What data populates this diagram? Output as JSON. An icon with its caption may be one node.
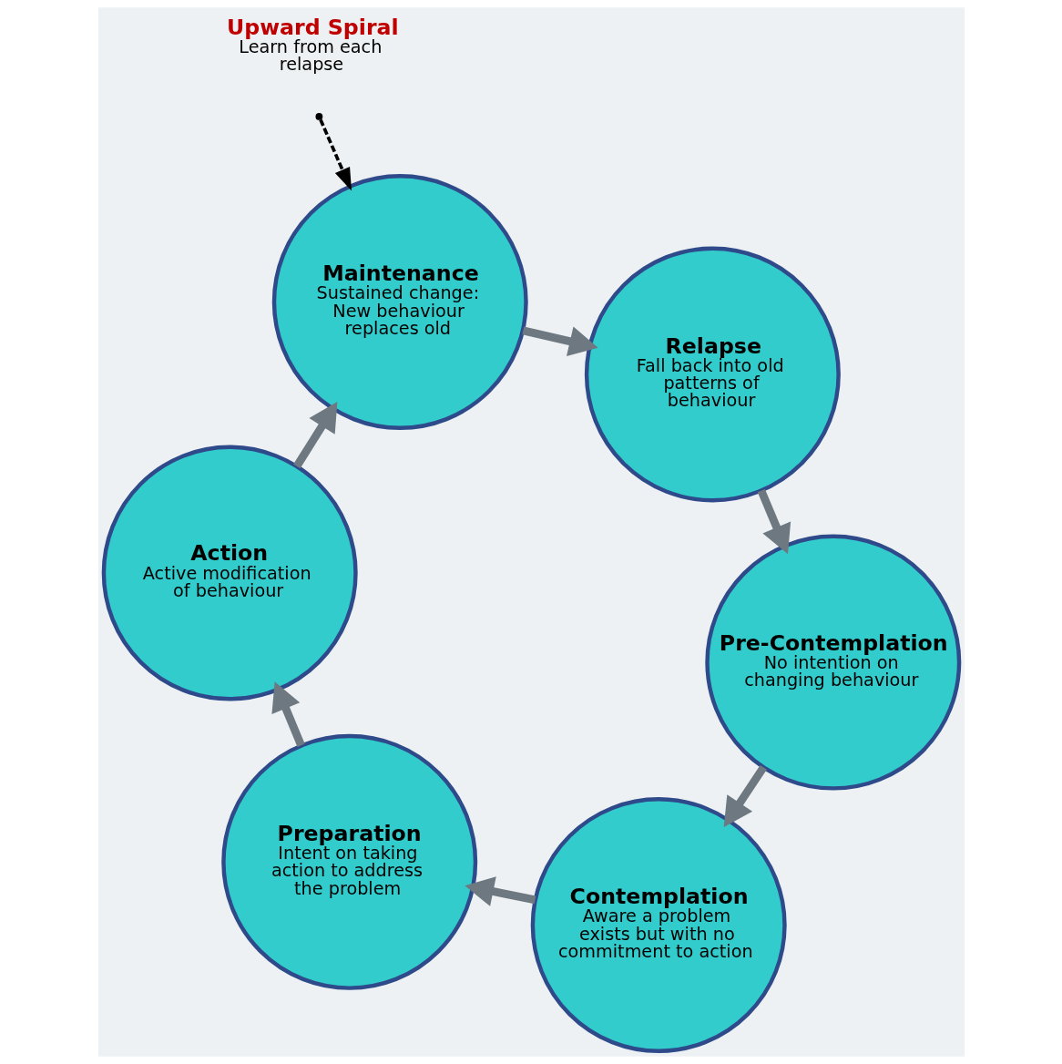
{
  "diagram": {
    "nodes": [
      {
        "text": [
          "Pre-Contemplation",
          "No intention on changing behaviour"
        ]
      },
      {
        "text": [
          "Contemplation",
          "Aware a problem exists but with no commitment to action"
        ]
      },
      {
        "text": [
          "Preparation",
          "Intent on taking action to address the problem"
        ]
      },
      {
        "text": [
          "Action",
          "Active modification of behaviour"
        ]
      },
      {
        "text": [
          "Maintenance",
          "Sustained change: New behaviour replaces old"
        ]
      },
      {
        "text": [
          "Relapse",
          "Fall back into old patterns of behaviour"
        ]
      },
      {
        "text": [
          "Upward Spiral",
          "Learn from each relapse"
        ]
      }
    ],
    "edges": [
      {
        "from": 0,
        "to": 1,
        "arrow": "to"
      },
      {
        "from": 1,
        "to": 2,
        "arrow": "to"
      },
      {
        "from": 2,
        "to": 3,
        "arrow": "to"
      },
      {
        "from": 3,
        "to": 4,
        "arrow": "to"
      },
      {
        "from": 4,
        "to": 5,
        "arrow": "to"
      },
      {
        "from": 5,
        "to": 0,
        "arrow": "to"
      },
      {
        "from": null,
        "to": 4,
        "arrow": "to",
        "style": "dashed",
        "color": "#000000"
      }
    ]
  }
}
